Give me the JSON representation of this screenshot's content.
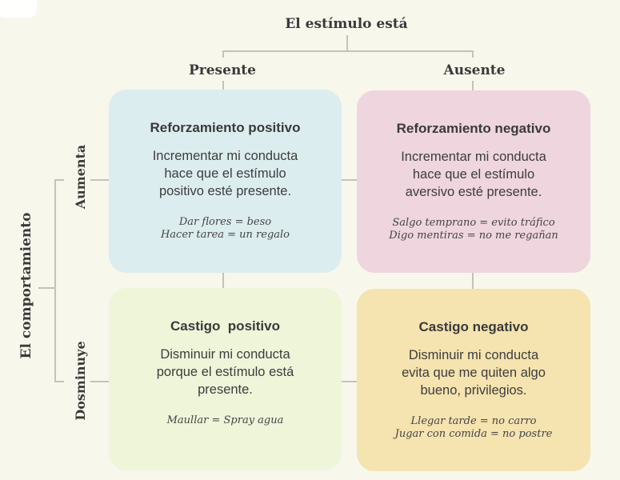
{
  "header": {
    "title": "El estímulo está",
    "columns": [
      "Presente",
      "Ausente"
    ]
  },
  "rows_header": {
    "title": "El comportamiento",
    "rows": [
      "Aumenta",
      "Dosminuye"
    ]
  },
  "cards": [
    {
      "title": "Reforzamiento positivo",
      "description": [
        "Incrementar mi conducta",
        "hace que el estímulo",
        "positivo esté presente."
      ],
      "examples": [
        "Dar flores = beso",
        "Hacer tarea = un regalo"
      ],
      "color": "#dcedef"
    },
    {
      "title": "Reforzamiento negativo",
      "description": [
        "Incrementar mi conducta",
        "hace que el estímulo",
        "aversivo esté presente."
      ],
      "examples": [
        "Salgo temprano = evito tráfico",
        "Digo mentiras = no me regañan"
      ],
      "color": "#eed5de"
    },
    {
      "title": "Castigo  positivo",
      "description": [
        "Disminuir mi conducta",
        "porque el estímulo está",
        "presente."
      ],
      "examples": [
        "Maullar = Spray agua"
      ],
      "color": "#eef5d9"
    },
    {
      "title": "Castigo negativo",
      "description": [
        "Disminuir mi conducta",
        "evita que me quiten algo",
        "bueno, privilegios."
      ],
      "examples": [
        "Llegar tarde = no carro",
        "Jugar con comida = no postre"
      ],
      "color": "#f5e3b0"
    }
  ],
  "colors": {
    "background": "#f8f7ec",
    "connector": "#c4c3bb",
    "text": "#3a3a3a"
  }
}
